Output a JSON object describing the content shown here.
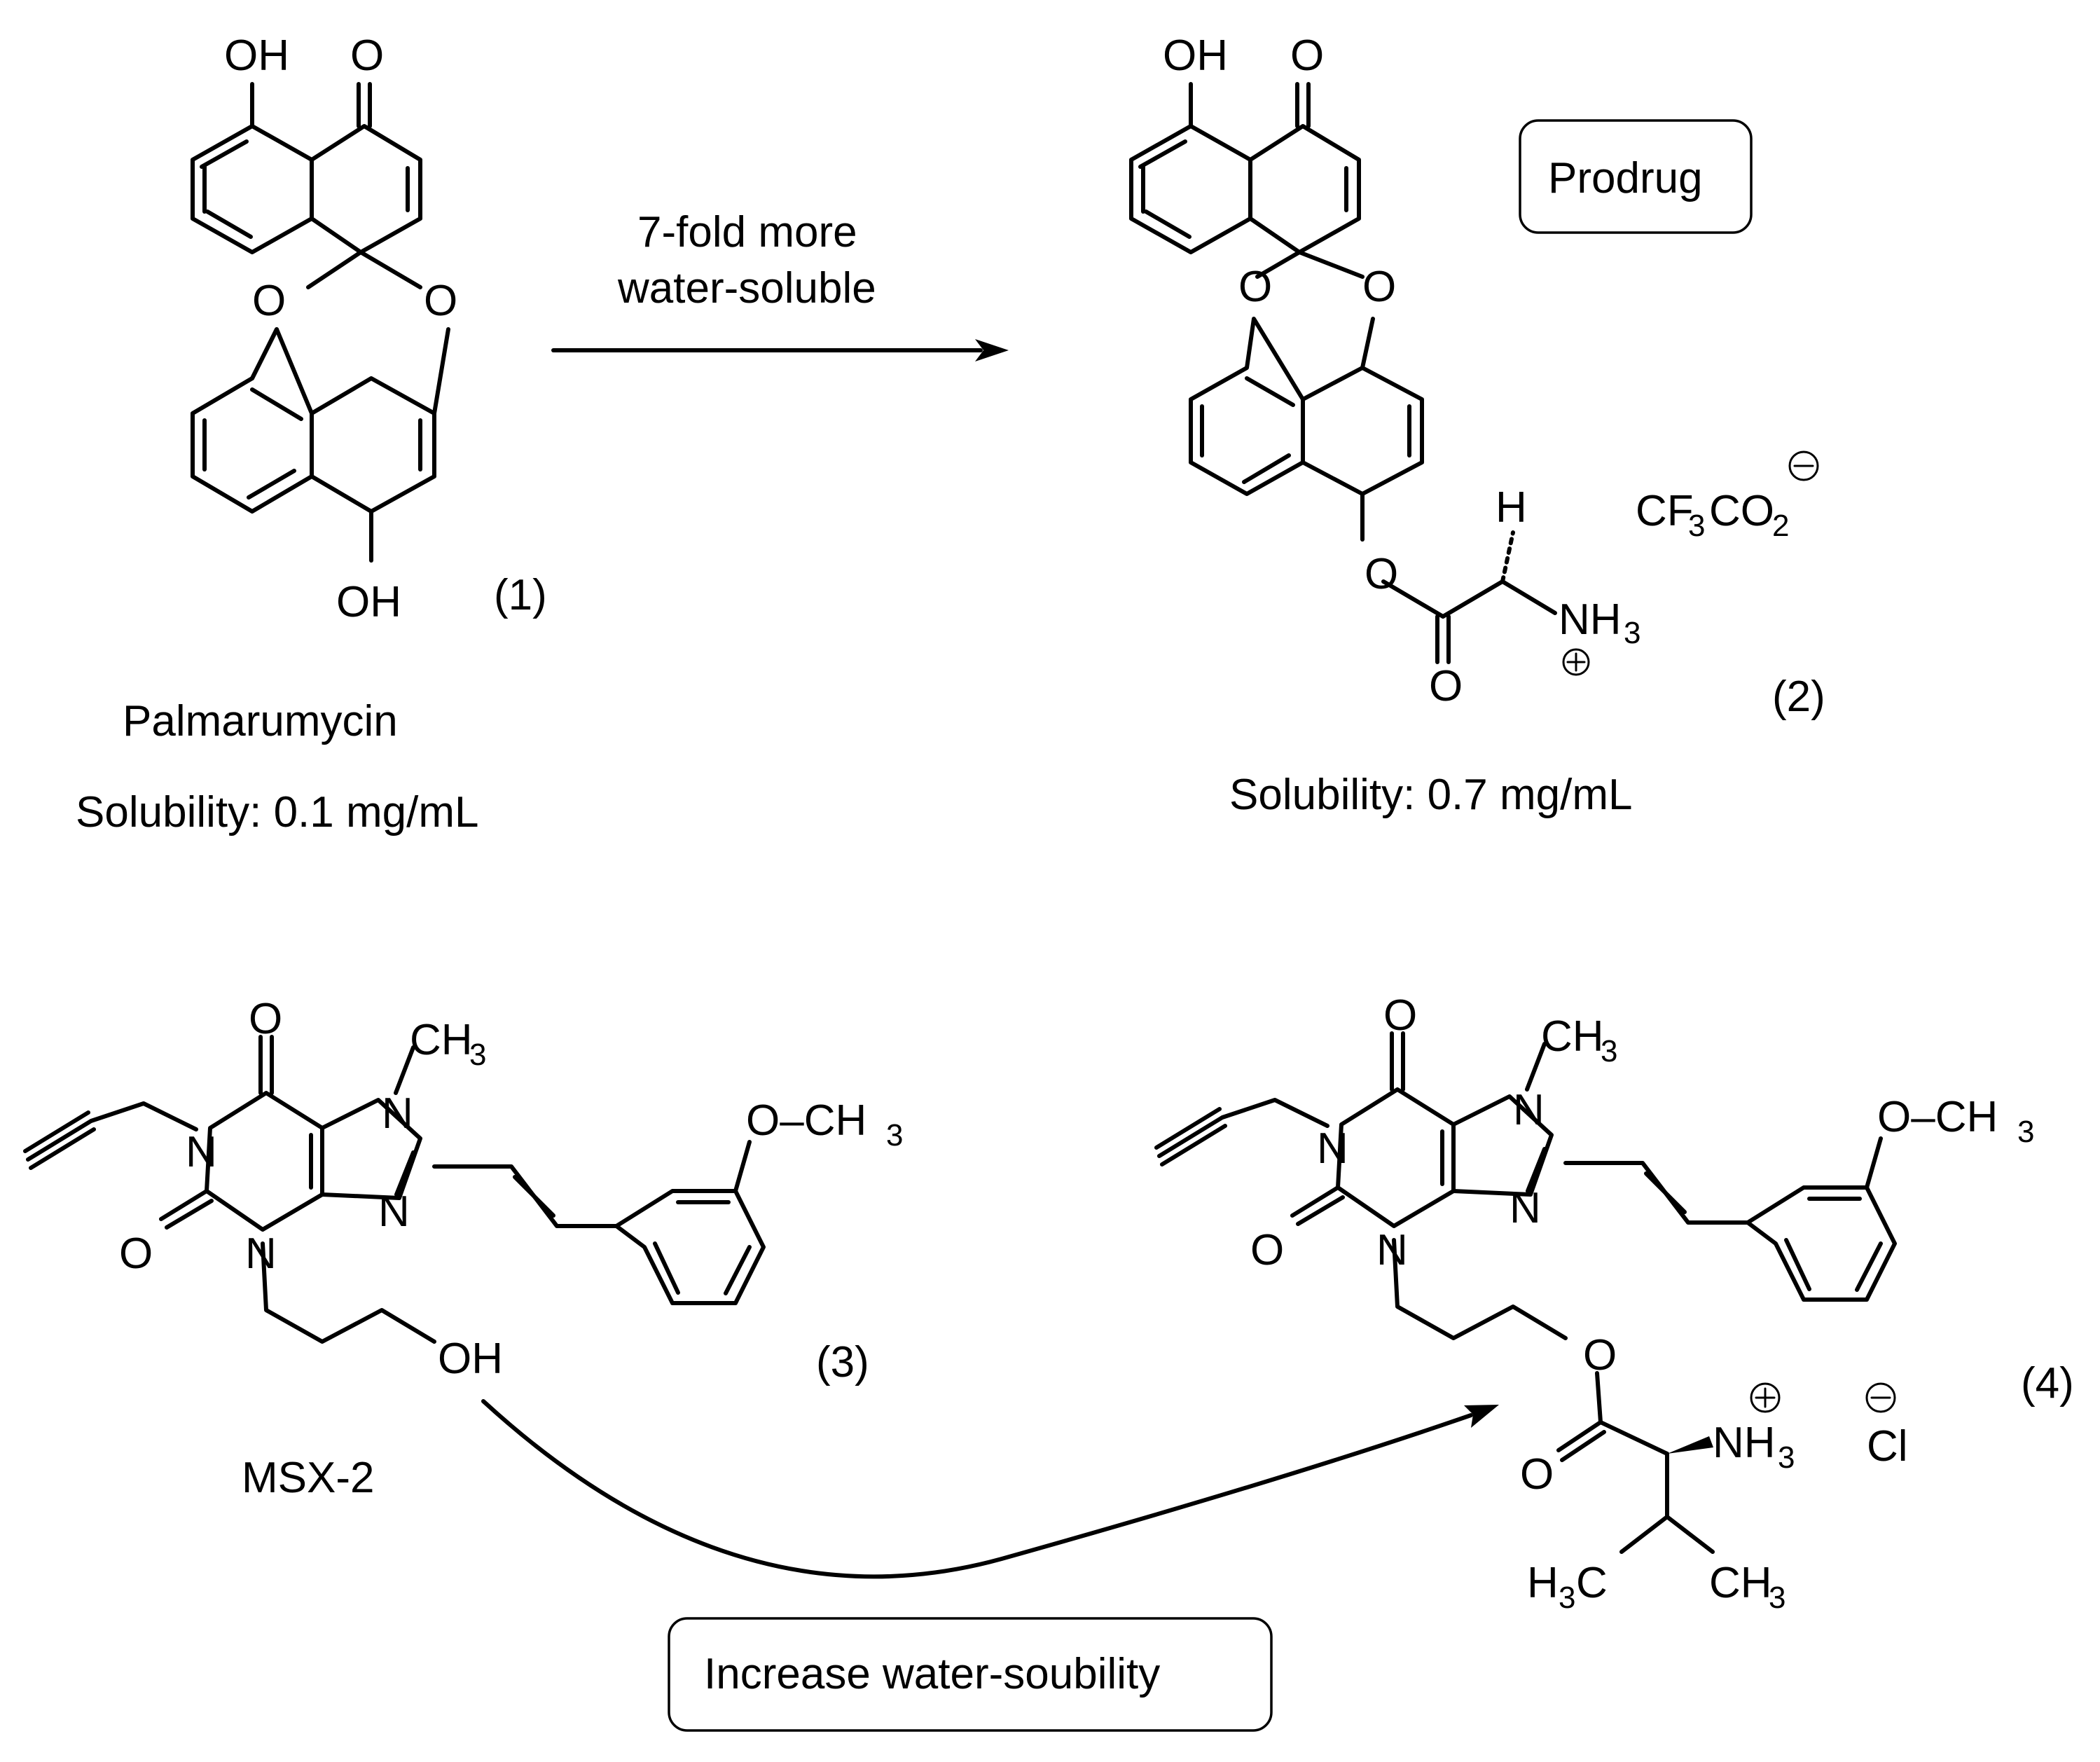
{
  "scheme": {
    "top_arrow": {
      "line1": "7-fold more",
      "line2": "water-soluble"
    },
    "prodrug_box": "Prodrug",
    "bottom_box": "Increase water-soubility",
    "compound_1": {
      "number": "(1)",
      "name": "Palmarumycin",
      "solubility": "Solubility: 0.1 mg/mL"
    },
    "compound_2": {
      "number": "(2)",
      "solubility": "Solubility: 0.7 mg/mL",
      "counterion": {
        "main": "CF",
        "sub1": "3",
        "mid": "CO",
        "sub2": "2"
      }
    },
    "compound_3": {
      "number": "(3)",
      "name": "MSX-2"
    },
    "compound_4": {
      "number": "(4)",
      "counterion": "Cl"
    },
    "atoms": {
      "OH": "OH",
      "O": "O",
      "N": "N",
      "H": "H",
      "CH": "CH",
      "C": "C",
      "NH": "NH",
      "H3C_H": "H",
      "sub3": "3",
      "OCH": "O–CH"
    }
  },
  "colors": {
    "ink": "#000000",
    "background": "#ffffff"
  }
}
